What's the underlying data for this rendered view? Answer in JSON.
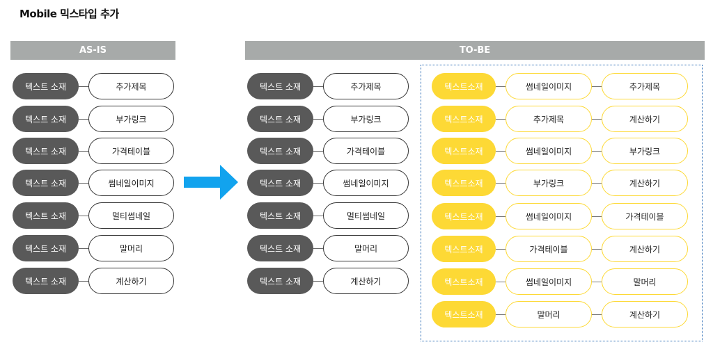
{
  "title": "Mobile 믹스타입 추가",
  "asis": {
    "header": "AS-IS",
    "rows": [
      {
        "left": "텍스트 소재",
        "right": "추가제목"
      },
      {
        "left": "텍스트 소재",
        "right": "부가링크"
      },
      {
        "left": "텍스트 소재",
        "right": "가격테이블"
      },
      {
        "left": "텍스트 소재",
        "right": "썸네일이미지"
      },
      {
        "left": "텍스트 소재",
        "right": "멀티썸네일"
      },
      {
        "left": "텍스트 소재",
        "right": "말머리"
      },
      {
        "left": "텍스트 소재",
        "right": "계산하기"
      }
    ]
  },
  "tobe": {
    "header": "TO-BE",
    "rows": [
      {
        "left": "텍스트 소재",
        "right": "추가제목"
      },
      {
        "left": "텍스트 소재",
        "right": "부가링크"
      },
      {
        "left": "텍스트 소재",
        "right": "가격테이블"
      },
      {
        "left": "텍스트 소재",
        "right": "썸네일이미지"
      },
      {
        "left": "텍스트 소재",
        "right": "멀티썸네일"
      },
      {
        "left": "텍스트 소재",
        "right": "말머리"
      },
      {
        "left": "텍스트 소재",
        "right": "계산하기"
      }
    ],
    "mix_rows": [
      {
        "a": "텍스트소재",
        "b": "썸네일이미지",
        "c": "추가제목"
      },
      {
        "a": "텍스트소재",
        "b": "추가제목",
        "c": "계산하기"
      },
      {
        "a": "텍스트소재",
        "b": "썸네일이미지",
        "c": "부가링크"
      },
      {
        "a": "텍스트소재",
        "b": "부가링크",
        "c": "계산하기"
      },
      {
        "a": "텍스트소재",
        "b": "썸네일이미지",
        "c": "가격테이블"
      },
      {
        "a": "텍스트소재",
        "b": "가격테이블",
        "c": "계산하기"
      },
      {
        "a": "텍스트소재",
        "b": "썸네일이미지",
        "c": "말머리"
      },
      {
        "a": "텍스트소재",
        "b": "말머리",
        "c": "계산하기"
      }
    ]
  },
  "colors": {
    "header_gray": "#a7aaa9",
    "pill_dark": "#595959",
    "pill_yellow": "#fdd935",
    "arrow_blue": "#12a3ee",
    "dotted_border": "#2a6bb5"
  }
}
